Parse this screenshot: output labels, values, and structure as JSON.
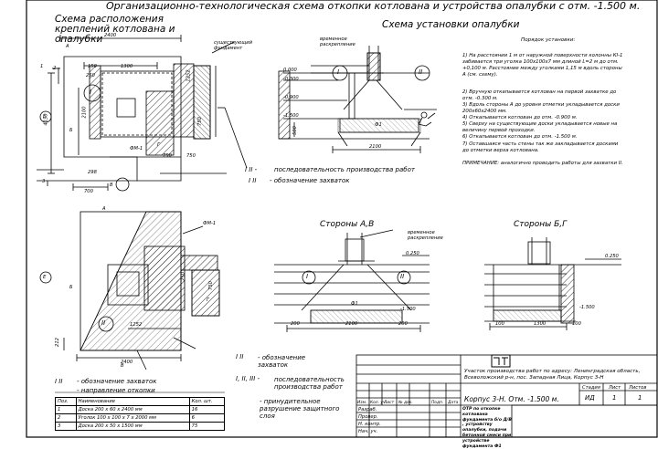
{
  "title": "Организационно-технологическая схема откопки котлована и устройства опалубки с отм. -1.500 м.",
  "plan_title": "Схема расположения креплений котлована и опалубки",
  "formwork_title": "Схема установки опалубки",
  "order": {
    "heading": "Порядок установки:",
    "steps": [
      "1) На расстоянии 1 м от наружной поверхности колонны КI-1 забивается три уголка 100х100х7 мм длиной L=2 м до отм. +0,100 м. Расстояние между уголками 1,15 м вдоль стороны А (см. схему).",
      "2) Вручную откапывается котлован на первой захватке до отм. -0.300 м.",
      "3) Вдоль стороны А до уровня отметки укладывается доски 200х60х2400 мм.",
      "4) Откапывается котлован до отм. -0.900 м.",
      "5) Сверху на существующие доски укладывается новые на величину первой проходки.",
      "6) Откапывается котлован до отм. -1.500 м.",
      "7) Оставшаяся часть стены так же закладывается досками до отметки верха котлована."
    ],
    "note": "ПРИМЕЧАНИЕ: аналогично проводить работы для захватки II."
  },
  "legend_top": {
    "seq_symbol": "I  II  -",
    "seq_text": "последовательность производства работ",
    "zone_symbol": "I  II",
    "zone_text": "- обозначение захваток"
  },
  "legend_bottom": {
    "zones_symbol": "I  II",
    "zones_text": "- обозначение захваток",
    "dir_text": "- направление откопки",
    "right_zones": "- обозначение захваток",
    "seq_symbol": "I, II, III -",
    "seq_text": "последовательность производства работ",
    "line_text": "- принудительное разрушение защитного слоя"
  },
  "plan": {
    "dims": [
      "2400",
      "1300",
      "150",
      "250",
      "2100",
      "750",
      "750",
      "298",
      "700",
      "4150",
      "1252",
      "750"
    ],
    "letters": [
      "А",
      "Б",
      "В",
      "Г",
      "Е",
      "1",
      "2",
      "3"
    ],
    "zone": "I",
    "label_fm": "ФМ-1",
    "label_foundation": "существующий фундамент"
  },
  "plan2": {
    "dims": [
      "2400",
      "1252",
      "750",
      "212",
      "250"
    ],
    "letters": [
      "А",
      "Б",
      "В",
      "Г",
      "Е"
    ],
    "zone": "II",
    "label_fm": "ФМ-1"
  },
  "section_top": {
    "levels": [
      "0.000",
      "-0.300",
      "-0.900",
      "-1.500"
    ],
    "dims": [
      "500",
      "2100"
    ],
    "zones": [
      "I",
      "II"
    ],
    "label_temp": "временное раскрепление",
    "label_f": "Ф1"
  },
  "sections": {
    "av_title": "Стороны А,В",
    "bg_title": "Стороны Б,Г",
    "label_temp": "временное раскрепление",
    "levels_av": [
      "0.250",
      "-1.500"
    ],
    "levels_bg": [
      "0.250",
      "-1.500"
    ],
    "dims_av": [
      "200",
      "2100",
      "200"
    ],
    "dims_bg": [
      "100",
      "1300",
      "100"
    ],
    "zones": [
      "I",
      "II"
    ],
    "label_f": "Ф1"
  },
  "spec": {
    "headers": [
      "Поз.",
      "Наименование",
      "Кол. шт."
    ],
    "rows": [
      [
        "1",
        "Доска 200 х 60 х 2400 мм",
        "16"
      ],
      [
        "2",
        "Уголок 100 х 100 х 7 х 2000 мм",
        "6"
      ],
      [
        "3",
        "Доска 200 х 50 х 1500 мм",
        "75"
      ]
    ]
  },
  "stamp": {
    "site": "Участок производства работ по адресу: Ленинградская область, Всеволожский р-н, пос. Западная Лица, Корпус 3-Н",
    "object": "Корпус 3-Н. Отм. -1.500 м.",
    "work": "ОТР по откопке котлована фундамента б/о Д/В , устройству опалубки, подачи бетонной смеси при устройстве фундамента Ф1",
    "col_heads": [
      "Изм.",
      "Кол. уч.",
      "Лист",
      "№ док.",
      "Подп.",
      "Дата"
    ],
    "roles": [
      "Разраб.",
      "Провер.",
      "Н. контр.",
      "Нач. уч."
    ],
    "sheet_heads": [
      "Стадия",
      "Лист",
      "Листов"
    ],
    "sheet_vals": [
      "ИД",
      "1",
      "1"
    ]
  }
}
